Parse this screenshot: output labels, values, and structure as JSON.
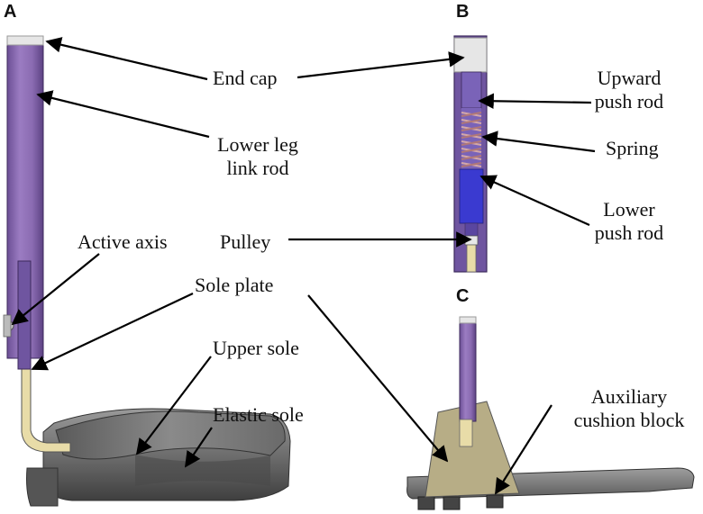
{
  "panels": {
    "a": "A",
    "b": "B",
    "c": "C"
  },
  "labels": {
    "end_cap": "End cap",
    "lower_leg_link_rod": [
      "Lower leg",
      "link rod"
    ],
    "active_axis": "Active axis",
    "pulley": "Pulley",
    "sole_plate": "Sole plate",
    "upper_sole": "Upper sole",
    "elastic_sole": "Elastic sole",
    "upward_push_rod": [
      "Upward",
      "push rod"
    ],
    "spring": "Spring",
    "lower_push_rod": [
      "Lower",
      "push rod"
    ],
    "auxiliary_cushion_block": [
      "Auxiliary",
      "cushion block"
    ]
  },
  "colors": {
    "rod": "#8e6fb5",
    "rod_dark": "#5f4586",
    "rod_light": "#b39ad1",
    "push_rod": "#3a3ad0",
    "spring": "#e0c0c0",
    "sole_plate": "#e8dca8",
    "cushion_block": "#b7ad86",
    "sole_gray": "#777777",
    "sole_dark": "#444444",
    "cap": "#e6e6e6"
  }
}
